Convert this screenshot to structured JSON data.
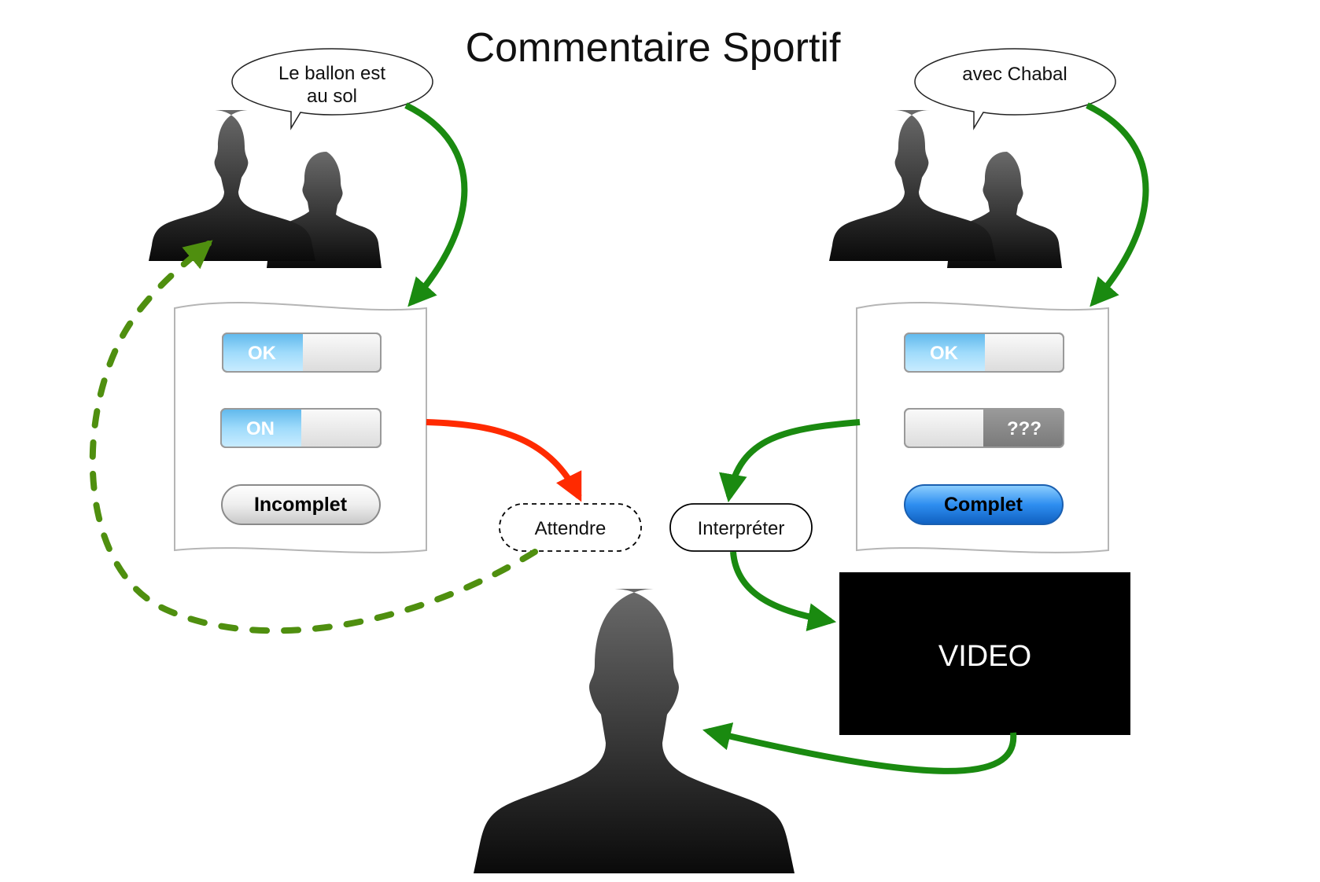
{
  "title": "Commentaire Sportif",
  "left_person": {
    "speech_line1": "Le ballon est",
    "speech_line2": "au sol"
  },
  "right_person": {
    "speech_line1": "avec Chabal"
  },
  "left_panel": {
    "toggle1_label": "OK",
    "toggle2_label": "ON",
    "button_label": "Incomplet"
  },
  "right_panel": {
    "toggle1_label": "OK",
    "toggle2_label": "???",
    "button_label": "Complet"
  },
  "wait_node": "Attendre",
  "interpret_node": "Interpréter",
  "video_label": "VIDEO",
  "colors": {
    "arrow_green": "#1a8a10",
    "arrow_dashed_green": "#4f8f0f",
    "arrow_red": "#ff2a00",
    "toggle_blue": "#8fd3f7",
    "button_blue": "#1d7fe0",
    "video_bg": "#000000"
  }
}
